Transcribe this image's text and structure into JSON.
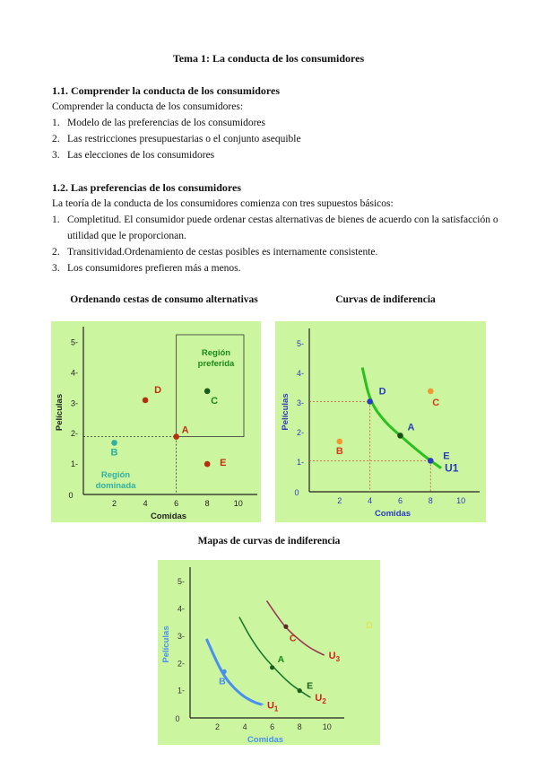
{
  "doc": {
    "title": "Tema 1: La conducta de los consumidores"
  },
  "s1": {
    "heading": "1.1. Comprender la conducta de los consumidores",
    "intro": "Comprender la conducta de los consumidores:",
    "items": [
      {
        "num": "1.",
        "text": "Modelo de las preferencias de los consumidores"
      },
      {
        "num": "2.",
        "text": "Las restricciones presupuestarias o el conjunto asequible"
      },
      {
        "num": "3.",
        "text": "Las elecciones de los consumidores"
      }
    ]
  },
  "s2": {
    "heading": "1.2. Las preferencias de los consumidores",
    "intro": "La teoría de la conducta de los consumidores comienza con tres supuestos básicos:",
    "items": [
      {
        "num": "1.",
        "text": "Completitud. El consumidor puede ordenar cestas alternativas de bienes de acuerdo con la satisfacción o utilidad que le proporcionan."
      },
      {
        "num": "2.",
        "text": "Transitividad.Ordenamiento de cestas posibles es internamente consistente."
      },
      {
        "num": "3.",
        "text": "Los consumidores prefieren más a menos."
      }
    ]
  },
  "chart_data": [
    {
      "type": "scatter",
      "title": "Ordenando cestas de consumo alternativas",
      "xlabel": "Comidas",
      "ylabel": "Películas",
      "xlim": [
        0,
        11
      ],
      "ylim": [
        0,
        5.4
      ],
      "xticks": [
        "2",
        "4",
        "6",
        "8",
        "10"
      ],
      "yticks": [
        "1-",
        "2-",
        "3-",
        "4-",
        "5-"
      ],
      "origin_label": "0",
      "points": [
        {
          "label": "A",
          "x": 6,
          "y": 1.9,
          "color": "#b03010"
        },
        {
          "label": "B",
          "x": 2,
          "y": 1.7,
          "color": "#30b0a0"
        },
        {
          "label": "C",
          "x": 8,
          "y": 3.4,
          "color": "#1a5c1a"
        },
        {
          "label": "D",
          "x": 4,
          "y": 3.1,
          "color": "#b03010"
        },
        {
          "label": "E",
          "x": 8,
          "y": 1.0,
          "color": "#b03010"
        }
      ],
      "regions": {
        "preferida": [
          "Región",
          "preferida"
        ],
        "dominada": [
          "Región",
          "dominada"
        ]
      }
    },
    {
      "type": "line",
      "title": "Curvas de indiferencia",
      "xlabel": "Comidas",
      "ylabel": "Películas",
      "xlim": [
        0,
        11
      ],
      "ylim": [
        0,
        5.4
      ],
      "xticks": [
        "2",
        "4",
        "6",
        "8",
        "10"
      ],
      "yticks": [
        "1-",
        "2-",
        "3-",
        "4-",
        "5-"
      ],
      "origin_label": "0",
      "series": [
        {
          "name": "U1",
          "x": [
            3.5,
            4,
            5,
            6,
            7,
            8,
            8.7
          ],
          "y": [
            4.2,
            3.05,
            2.35,
            1.9,
            1.45,
            1.05,
            0.8
          ]
        }
      ],
      "points": [
        {
          "label": "A",
          "x": 6,
          "y": 1.9,
          "color": "#1a4c1a"
        },
        {
          "label": "B",
          "x": 2,
          "y": 1.7,
          "color": "#f09a30"
        },
        {
          "label": "C",
          "x": 8,
          "y": 3.4,
          "color": "#f09a30"
        },
        {
          "label": "D",
          "x": 4,
          "y": 3.05,
          "color": "#2a3cc0"
        },
        {
          "label": "E",
          "x": 8,
          "y": 1.05,
          "color": "#2a3cc0"
        }
      ]
    },
    {
      "type": "line",
      "title": "Mapas de curvas de indiferencia",
      "xlabel": "Comidas",
      "ylabel": "Películas",
      "xlim": [
        0,
        11
      ],
      "ylim": [
        0,
        5.4
      ],
      "xticks": [
        "2",
        "4",
        "6",
        "8",
        "10"
      ],
      "yticks": [
        "1-",
        "2-",
        "3-",
        "4-",
        "5-"
      ],
      "origin_label": "0",
      "series": [
        {
          "name": "U1",
          "subscript": "1",
          "color": "#4a90f0",
          "x": [
            1.2,
            2,
            2.6,
            3.3,
            4,
            4.8,
            5.3
          ],
          "y": [
            2.9,
            2.0,
            1.45,
            1.05,
            0.75,
            0.55,
            0.48
          ]
        },
        {
          "name": "U2",
          "subscript": "2",
          "color": "#1a7a2a",
          "x": [
            3.6,
            4.4,
            5.3,
            6.3,
            7.2,
            8,
            8.8
          ],
          "y": [
            3.7,
            2.95,
            2.3,
            1.75,
            1.3,
            1.0,
            0.75
          ]
        },
        {
          "name": "U3",
          "subscript": "3",
          "color": "#9a3a5a",
          "x": [
            5.6,
            6.2,
            7,
            8,
            8.8,
            9.8
          ],
          "y": [
            4.3,
            3.85,
            3.3,
            2.85,
            2.55,
            2.3
          ]
        }
      ],
      "points": [
        {
          "label": "A",
          "x": 6,
          "y": 1.85,
          "color": "#1a5c1a"
        },
        {
          "label": "B",
          "x": 2.5,
          "y": 1.7,
          "color": "#4a90f0"
        },
        {
          "label": "C",
          "x": 7,
          "y": 3.35,
          "color": "#5a2a2a"
        },
        {
          "label": "E",
          "x": 8,
          "y": 1.0,
          "color": "#1a5c1a"
        }
      ],
      "extra_label": "D"
    }
  ]
}
